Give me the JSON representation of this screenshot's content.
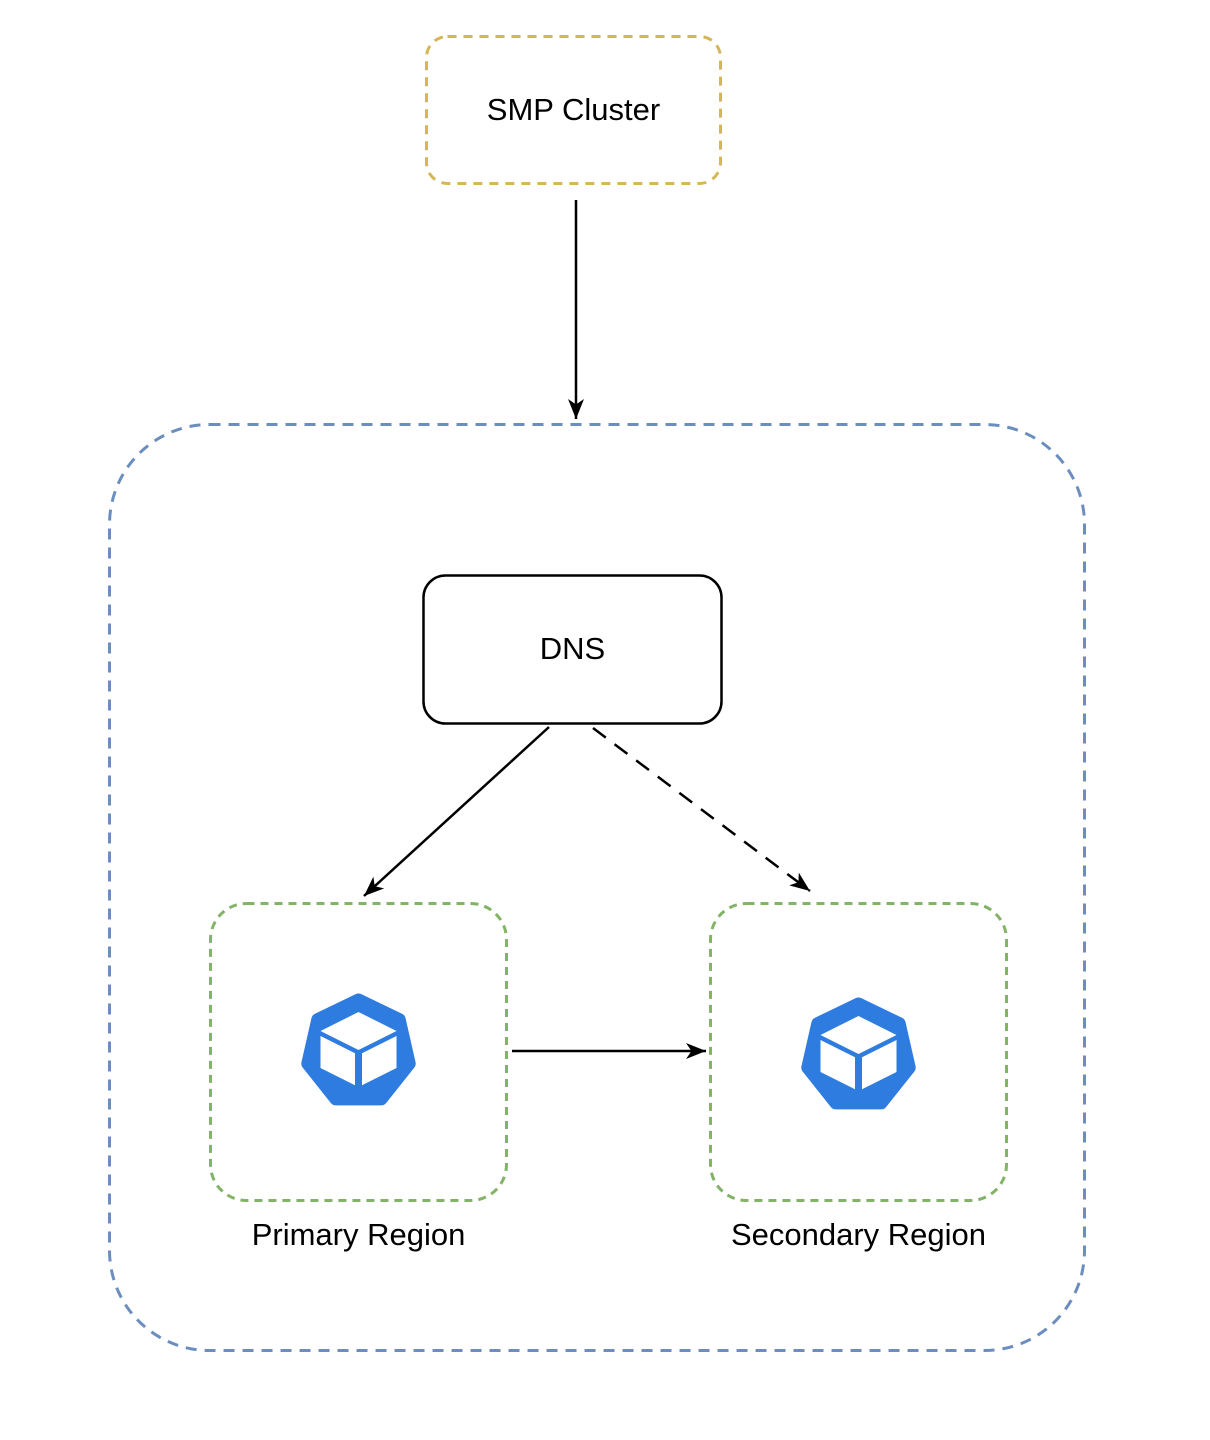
{
  "nodes": {
    "smp_cluster": {
      "label": "SMP Cluster"
    },
    "dns": {
      "label": "DNS"
    },
    "primary_region": {
      "label": "Primary Region"
    },
    "secondary_region": {
      "label": "Secondary Region"
    }
  },
  "edges": [
    {
      "from": "smp_cluster",
      "to": "cluster_container",
      "style": "solid-arrow"
    },
    {
      "from": "dns",
      "to": "primary_region",
      "style": "solid-arrow"
    },
    {
      "from": "dns",
      "to": "secondary_region",
      "style": "dashed-arrow"
    },
    {
      "from": "primary_region",
      "to": "secondary_region",
      "style": "solid-arrow"
    }
  ],
  "icons": {
    "primary_region": "kubernetes-cube-icon",
    "secondary_region": "kubernetes-cube-icon"
  },
  "colors": {
    "smp_border": "#d6b656",
    "cluster_border": "#6c8ebf",
    "region_border": "#82b366",
    "dns_border": "#000000",
    "arrow": "#000000",
    "icon_blue": "#2f7ce0",
    "icon_cube": "#ffffff",
    "background": "#ffffff"
  }
}
